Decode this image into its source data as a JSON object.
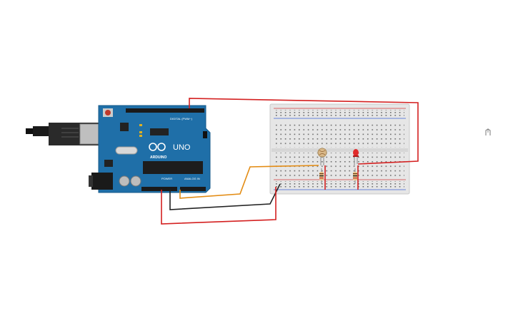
{
  "canvas": {
    "background": "#ffffff"
  },
  "arduino": {
    "brand_label": "ARDUINO",
    "model_label": "UNO",
    "digital_header_label": "DIGITAL (PWM~)",
    "power_header_label": "POWER",
    "analog_header_label": "ANALOG IN",
    "board_color": "#1f6fa8",
    "icons": {
      "logo": "infinity-logo-icon",
      "usb": "usb-connector-icon",
      "dc_jack": "power-jack-icon"
    }
  },
  "breadboard": {
    "color": "#e9e9e9",
    "rail_red": "#d33a3a",
    "rail_blue": "#3a5fd3"
  },
  "components": {
    "led": {
      "color": "#e02a2a"
    },
    "photoresistor": {
      "color": "#d9b98a"
    },
    "resistor": {
      "color": "#e8c68a"
    }
  },
  "wires": {
    "red": "#d42020",
    "black": "#222222",
    "orange": "#e38c14"
  },
  "side_icon": {
    "name": "fit-view-icon"
  }
}
